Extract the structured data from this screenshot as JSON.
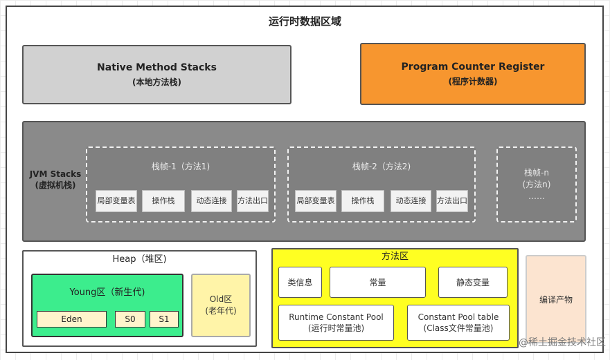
{
  "title": "运行时数据区域",
  "native": {
    "title": "Native Method Stacks",
    "subtitle": "(本地方法栈)"
  },
  "pcr": {
    "title": "Program Counter Register",
    "subtitle": "(程序计数器)"
  },
  "jvm": {
    "label_line1": "JVM Stacks",
    "label_line2": "(虚拟机栈)",
    "frames": [
      {
        "title": "栈帧-1（方法1)",
        "slots": [
          "局部变量表",
          "操作栈",
          "动态连接",
          "方法出口"
        ]
      },
      {
        "title": "栈帧-2（方法2)",
        "slots": [
          "局部变量表",
          "操作栈",
          "动态连接",
          "方法出口"
        ]
      },
      {
        "title_line1": "栈帧-n",
        "title_line2": "(方法n)",
        "ellipsis": "……"
      }
    ]
  },
  "heap": {
    "title": "Heap（堆区)",
    "young": {
      "title": "Young区（新生代)",
      "eden": "Eden",
      "s0": "S0",
      "s1": "S1"
    },
    "old": {
      "line1": "Old区",
      "line2": "(老年代)"
    }
  },
  "method_area": {
    "title": "方法区",
    "class_info": "类信息",
    "constant": "常量",
    "static_var": "静态变量",
    "runtime_pool": {
      "line1": "Runtime Constant Pool",
      "line2": "(运行时常量池)"
    },
    "constant_pool_table": {
      "line1": "Constant Pool table",
      "line2": "(Class文件常量池)"
    }
  },
  "compiled": "编译产物",
  "watermark": "@稀土掘金技术社区"
}
